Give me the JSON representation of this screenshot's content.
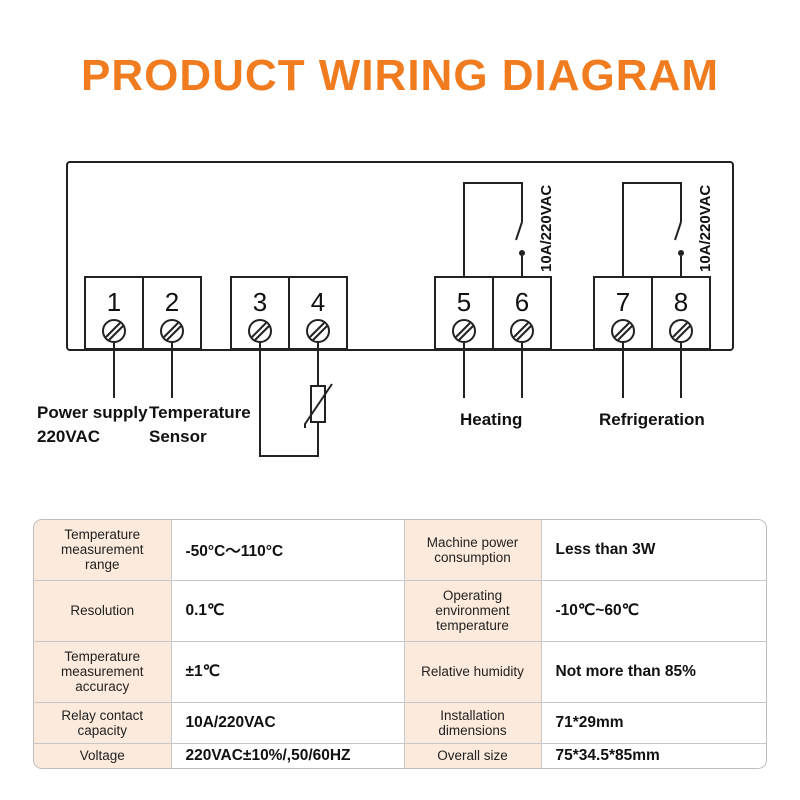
{
  "title": "PRODUCT WIRING DIAGRAM",
  "diagram": {
    "terminals": [
      {
        "number": "1",
        "label": [
          "Power supply",
          "220VAC"
        ]
      },
      {
        "number": "2",
        "label": [
          "Temperature",
          "Sensor"
        ]
      },
      {
        "number": "3"
      },
      {
        "number": "4"
      },
      {
        "number": "5",
        "label": [
          "Heating"
        ]
      },
      {
        "number": "6"
      },
      {
        "number": "7",
        "label": [
          "Refrigeration"
        ]
      },
      {
        "number": "8"
      }
    ],
    "relay_rating_heating": "10A/220VAC",
    "relay_rating_refrigeration": "10A/220VAC"
  },
  "specs": [
    {
      "left_label": "Temperature measurement range",
      "left_value": "-50°C～110°C",
      "right_label": "Machine power consumption",
      "right_value": "Less than 3W"
    },
    {
      "left_label": "Resolution",
      "left_value": "0.1℃",
      "right_label": "Operating environment temperature",
      "right_value": "-10℃~60℃"
    },
    {
      "left_label": "Temperature measurement accuracy",
      "left_value": "±1℃",
      "right_label": "Relative humidity",
      "right_value": "Not more than 85%"
    },
    {
      "left_label": "Relay contact capacity",
      "left_value": "10A/220VAC",
      "right_label": "Installation dimensions",
      "right_value": "71*29mm"
    },
    {
      "left_label": "Voltage",
      "left_value": "220VAC±10%/,50/60HZ",
      "right_label": "Overall size",
      "right_value": "75*34.5*85mm"
    }
  ],
  "colors": {
    "title": "#f07c1f",
    "label_cell": "#fcebdd"
  }
}
